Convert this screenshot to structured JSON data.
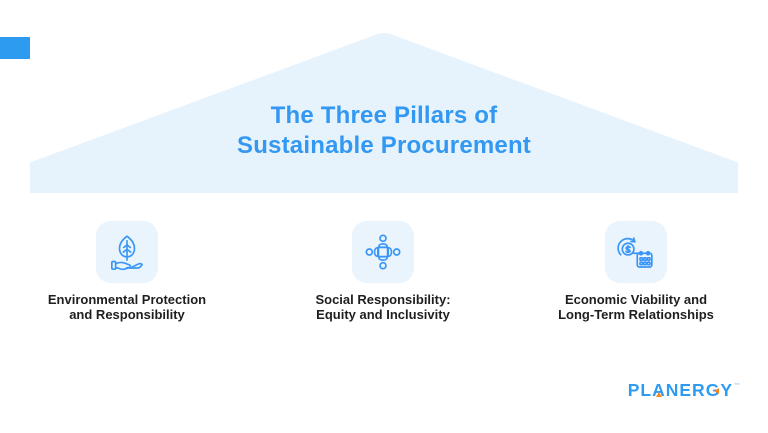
{
  "slide": {
    "background_color": "#FFFFFF",
    "accent_bar_color": "#2D9BF0",
    "banner_color": "#E6F3FD"
  },
  "title": {
    "line1": "The Three Pillars of",
    "line2": "Sustainable Procurement",
    "color": "#3398F1"
  },
  "pillars": [
    {
      "icon": "leaf-in-hand-icon",
      "label_line1": "Environmental Protection",
      "label_line2": "and Responsibility"
    },
    {
      "icon": "team-around-table-icon",
      "label_line1": "Social Responsibility:",
      "label_line2": "Equity and Inclusivity"
    },
    {
      "icon": "recurring-revenue-calendar-icon",
      "label_line1": "Economic Viability and",
      "label_line2": "Long-Term Relationships"
    }
  ],
  "icon_style": {
    "stroke_color": "#3B96F5",
    "tile_color": "#E9F4FD"
  },
  "branding": {
    "logo_text": "PLANERGY",
    "logo_part_pl": "PL",
    "logo_part_a": "A",
    "logo_part_ner": "NER",
    "logo_part_g": "G",
    "logo_part_y": "Y",
    "trademark": "™",
    "logo_color": "#2E9BF3",
    "logo_accent_color": "#F6871F"
  }
}
